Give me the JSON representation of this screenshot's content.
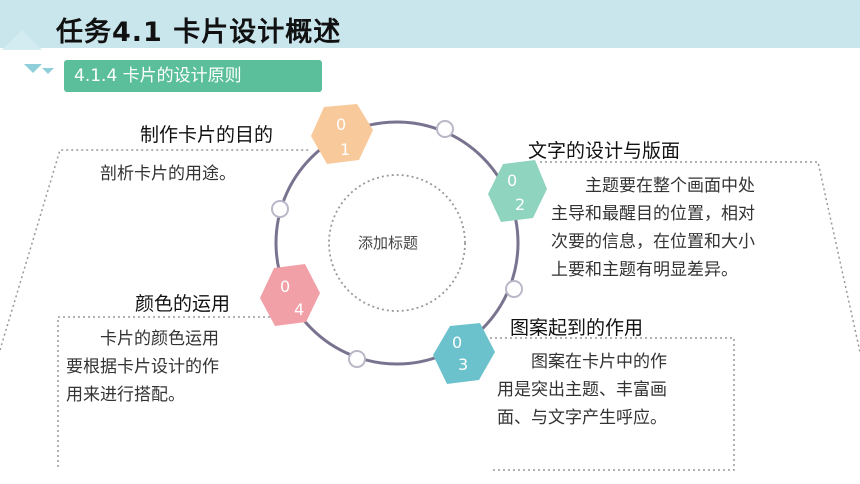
{
  "header": {
    "title": "任务4.1  卡片设计概述",
    "subtitle": "4.1.4  卡片的设计原则"
  },
  "diagram": {
    "center_label": "添加标题",
    "items": [
      {
        "num_top": "0",
        "num_bottom": "1",
        "color": "#f8c99a",
        "title": "制作卡片的目的",
        "text": "剖析卡片的用途。"
      },
      {
        "num_top": "0",
        "num_bottom": "2",
        "color": "#8fd4be",
        "title": "文字的设计与版面",
        "text_lines": [
          "　　主题要在整个画面中处",
          "主导和最醒目的位置，相对",
          "次要的信息，在位置和大小",
          "上要和主题有明显差异。"
        ]
      },
      {
        "num_top": "0",
        "num_bottom": "3",
        "color": "#6cc2cc",
        "title": "图案起到的作用",
        "text_lines": [
          "　　图案在卡片中的作",
          "用是突出主题、丰富画",
          "面、与文字产生呼应。"
        ]
      },
      {
        "num_top": "0",
        "num_bottom": "4",
        "color": "#f2a0a8",
        "title": "颜色的运用",
        "text_lines": [
          "　　卡片的颜色运用",
          "要根据卡片设计的作",
          "用来进行搭配。"
        ]
      }
    ]
  }
}
